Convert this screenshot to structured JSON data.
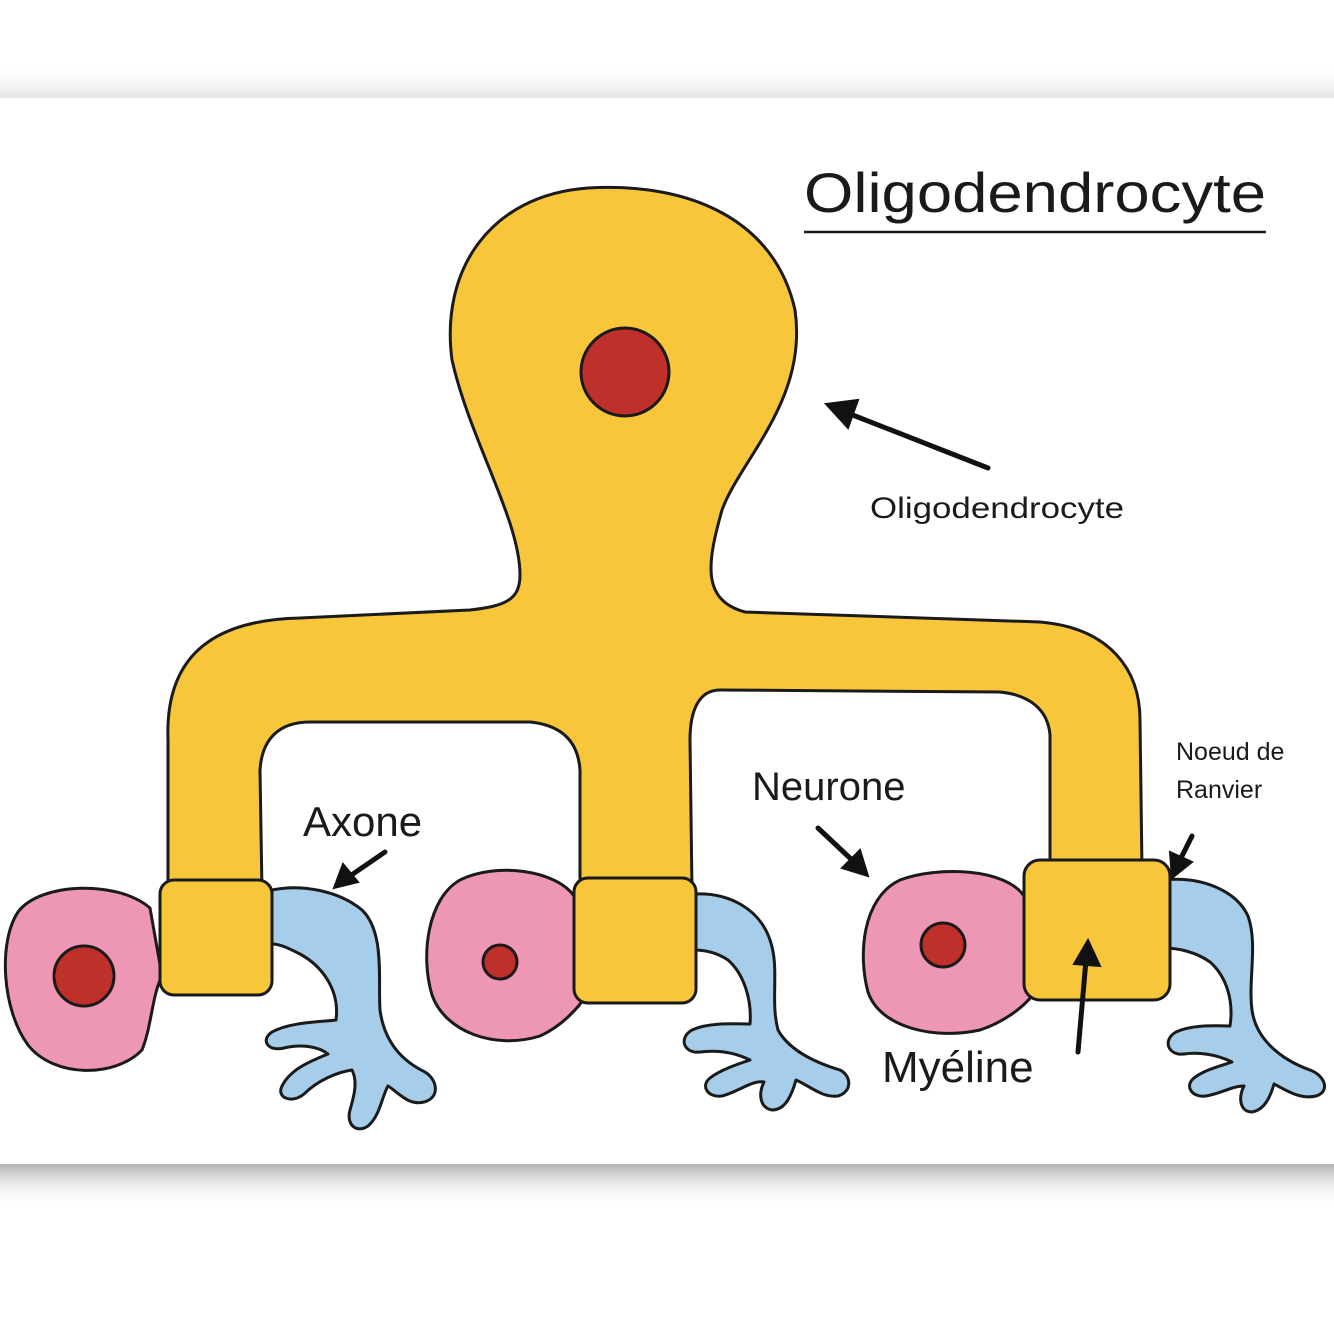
{
  "title": "Oligodendrocyte",
  "labels": {
    "cell": "Oligodendrocyte",
    "axon": "Axone",
    "neuron": "Neurone",
    "myelin": "Myéline",
    "node_line1": "Noeud de",
    "node_line2": "Ranvier"
  },
  "colors": {
    "oligodendrocyte": "#f7c63b",
    "nucleus": "#c0302a",
    "neuron_body": "#ee97b5",
    "axon": "#a6cde9",
    "outline": "#1a1a1a"
  }
}
